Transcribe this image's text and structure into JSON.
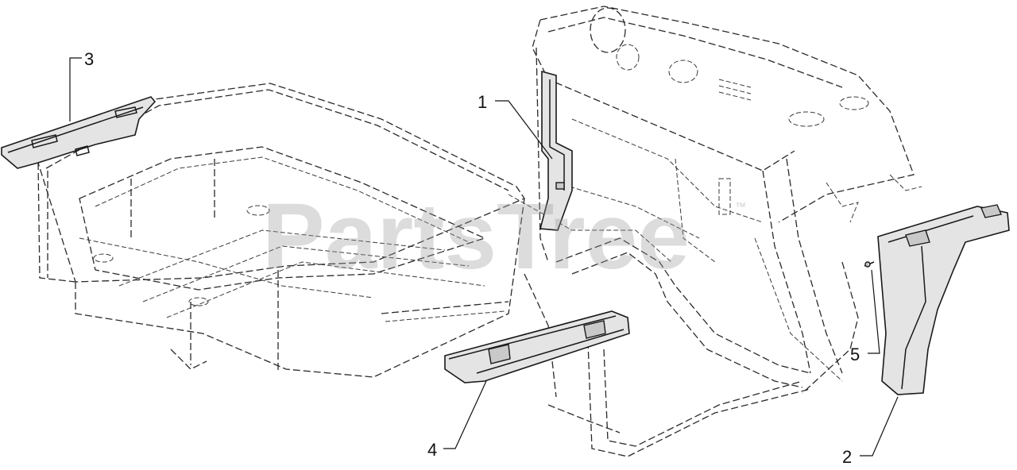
{
  "watermark": {
    "text": "PartsTree",
    "trademark": "™"
  },
  "callouts": [
    {
      "id": "1",
      "label": "1"
    },
    {
      "id": "2",
      "label": "2"
    },
    {
      "id": "3",
      "label": "3"
    },
    {
      "id": "4",
      "label": "4"
    },
    {
      "id": "5",
      "label": "5"
    }
  ],
  "colors": {
    "line": "#1a1a1a",
    "part_fill": "#e4e4e4",
    "watermark": "#9a9a9a",
    "background": "#ffffff"
  }
}
